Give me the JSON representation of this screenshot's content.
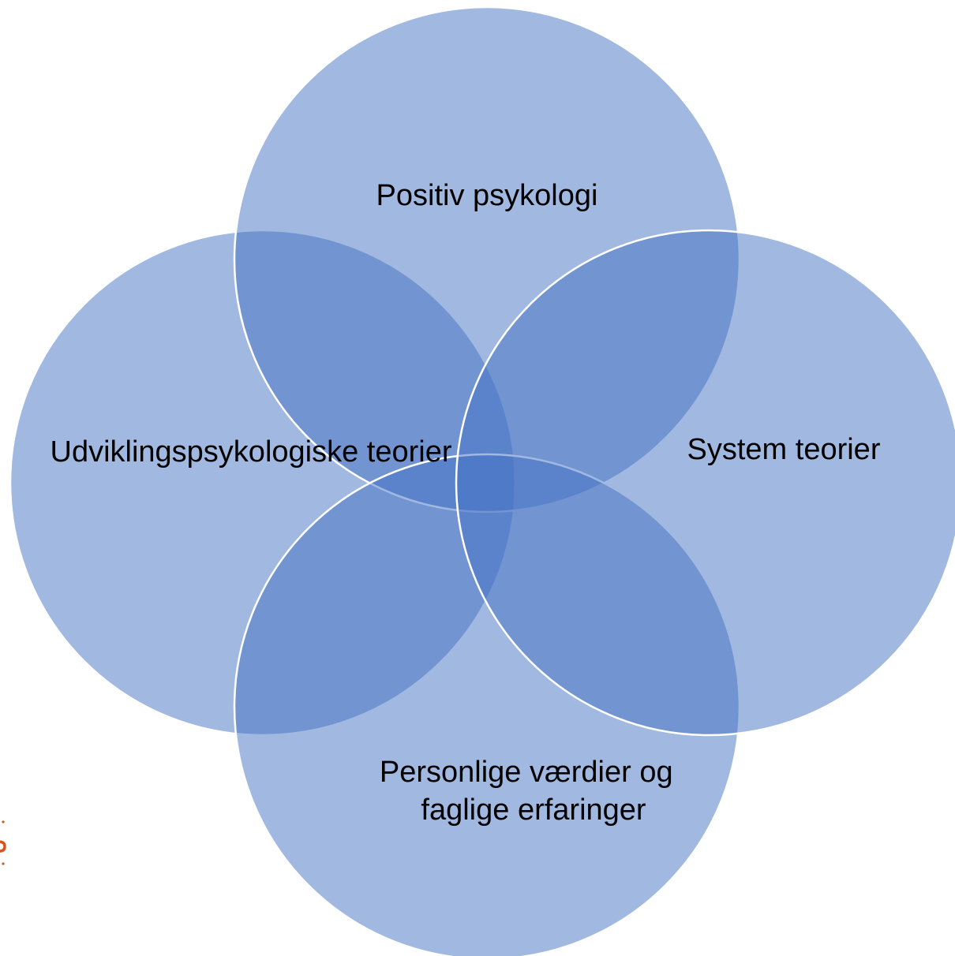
{
  "diagram": {
    "type": "four-circle-venn",
    "colors": {
      "circle_fill": "#4472c4",
      "circle_fill_opacity": 0.5,
      "circle_stroke": "#ffffff",
      "text": "#000000",
      "logo_accent": "#d9531e"
    },
    "circles": [
      {
        "id": "top",
        "label_lines": [
          "Positiv psykologi"
        ]
      },
      {
        "id": "left",
        "label_lines": [
          "Udviklingspsykologiske teorier"
        ]
      },
      {
        "id": "right",
        "label_lines": [
          "System teorier"
        ]
      },
      {
        "id": "bottom",
        "label_lines": [
          "Personlige værdier og",
          "faglige erfaringer"
        ]
      }
    ]
  }
}
